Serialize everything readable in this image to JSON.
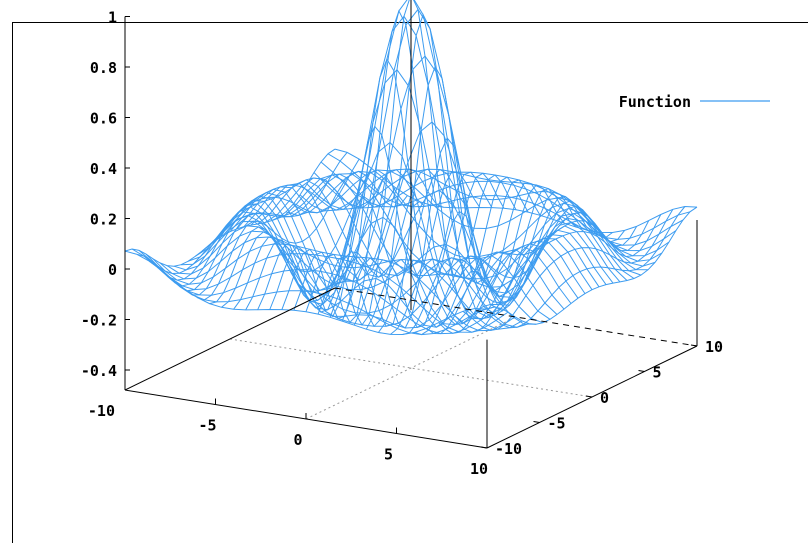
{
  "chart_data": {
    "type": "surface-3d-mesh",
    "title": "",
    "xlabel": "",
    "ylabel": "",
    "zlabel": "",
    "function": "sin(sqrt(x^2+y^2))/sqrt(x^2+y^2)",
    "xlim": [
      -10,
      10
    ],
    "ylim": [
      -10,
      10
    ],
    "zlim": [
      -0.4,
      1
    ],
    "x_ticks": [
      "-10",
      "-5",
      "0",
      "5",
      "10"
    ],
    "y_ticks": [
      "-10",
      "-5",
      "0",
      "5",
      "10"
    ],
    "z_ticks": [
      "1",
      "0.8",
      "0.6",
      "0.4",
      "0.2",
      "0",
      "-0.2",
      "-0.4"
    ],
    "x_tick_values": [
      -10,
      -5,
      0,
      5,
      10
    ],
    "y_tick_values": [
      -10,
      -5,
      0,
      5,
      10
    ],
    "z_tick_values": [
      1,
      0.8,
      0.6,
      0.4,
      0.2,
      0,
      -0.2,
      -0.4
    ],
    "grid_samples": 31,
    "legend": {
      "placement": "top-right",
      "entries": [
        {
          "label": "Function",
          "color": "#3d9cf0"
        }
      ]
    },
    "series": [
      {
        "name": "Function",
        "color": "#3d9cf0"
      }
    ],
    "base_grid": true,
    "colors": {
      "mesh": "#3d9cf0",
      "axes": "#000000",
      "grid": "#999999"
    }
  }
}
